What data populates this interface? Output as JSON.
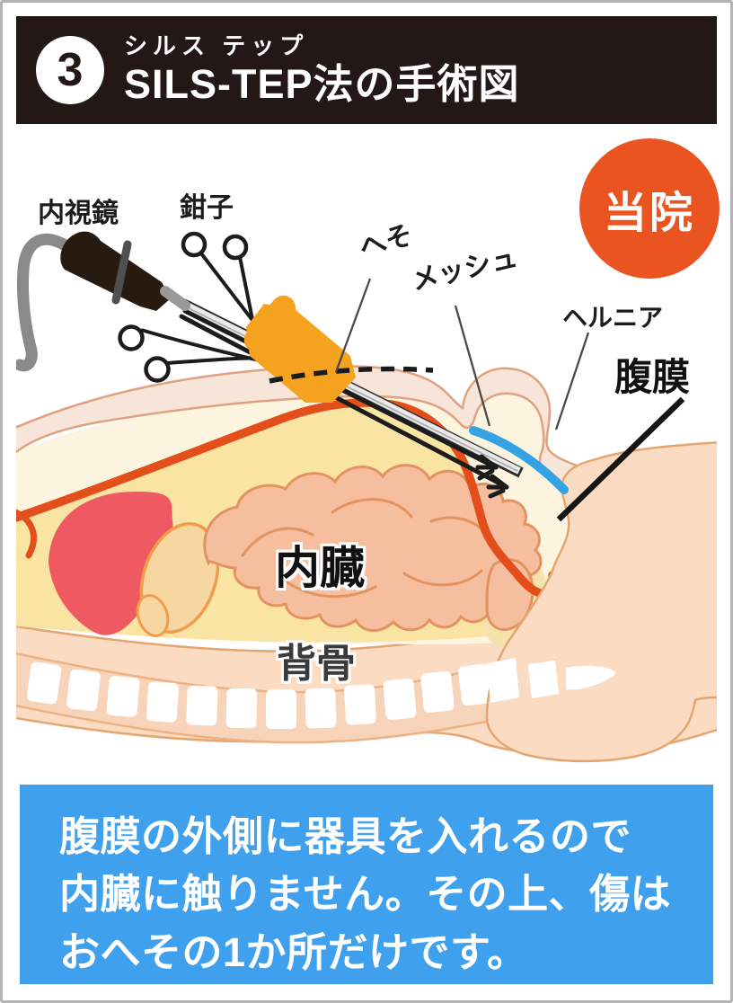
{
  "header": {
    "step_number": "3",
    "furigana": "シルス テップ",
    "title": "SILS-TEP法の手術図"
  },
  "badge": {
    "text": "当院"
  },
  "diagram_labels": {
    "endoscope": "内視鏡",
    "forceps": "鉗子",
    "navel": "へそ",
    "mesh": "メッシュ",
    "hernia": "ヘルニア",
    "peritoneum": "腹膜",
    "organs": "内臓",
    "spine": "背骨"
  },
  "caption": {
    "lines": [
      "腹膜の外側に器具を入れるので",
      "内臓に触りません。その上、傷は",
      "おへその1か所だけです。"
    ]
  },
  "colors": {
    "header_background": "#231815",
    "badge_orange": "#ea5420",
    "caption_blue": "#3fa0ee",
    "peritoneum_red": "#e34e1b",
    "mesh_blue": "#35a3e3",
    "trocar_orange": "#f5a21e",
    "skin": "#f8e5d9",
    "flesh": "#fbdcc2",
    "interior_yellow": "#fae4a4",
    "liver_red": "#ef5a62",
    "intestine": "#f4be9f"
  }
}
